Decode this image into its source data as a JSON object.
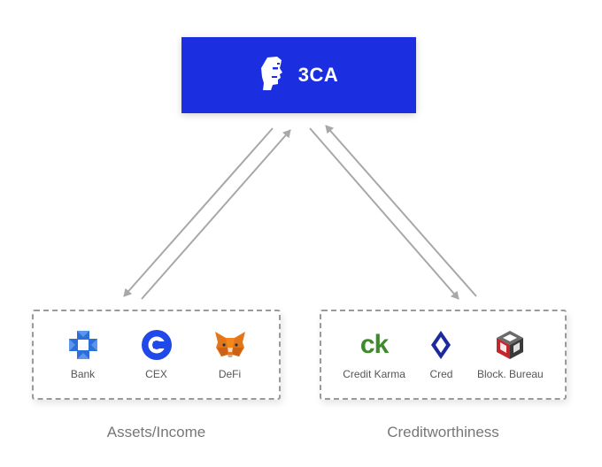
{
  "top": {
    "title": "3CA",
    "color": "#1b2ee0"
  },
  "groups": [
    {
      "caption": "Assets/Income",
      "items": [
        {
          "label": "Bank",
          "icon": "chase-bank-icon"
        },
        {
          "label": "CEX",
          "icon": "coinbase-icon"
        },
        {
          "label": "DeFi",
          "icon": "metamask-fox-icon"
        }
      ]
    },
    {
      "caption": "Creditworthiness",
      "items": [
        {
          "label": "Credit Karma",
          "icon": "credit-karma-logo",
          "logo_text": "ck"
        },
        {
          "label": "Cred",
          "icon": "cred-diamond-icon"
        },
        {
          "label": "Block. Bureau",
          "icon": "block-bureau-cube-icon"
        }
      ]
    }
  ]
}
